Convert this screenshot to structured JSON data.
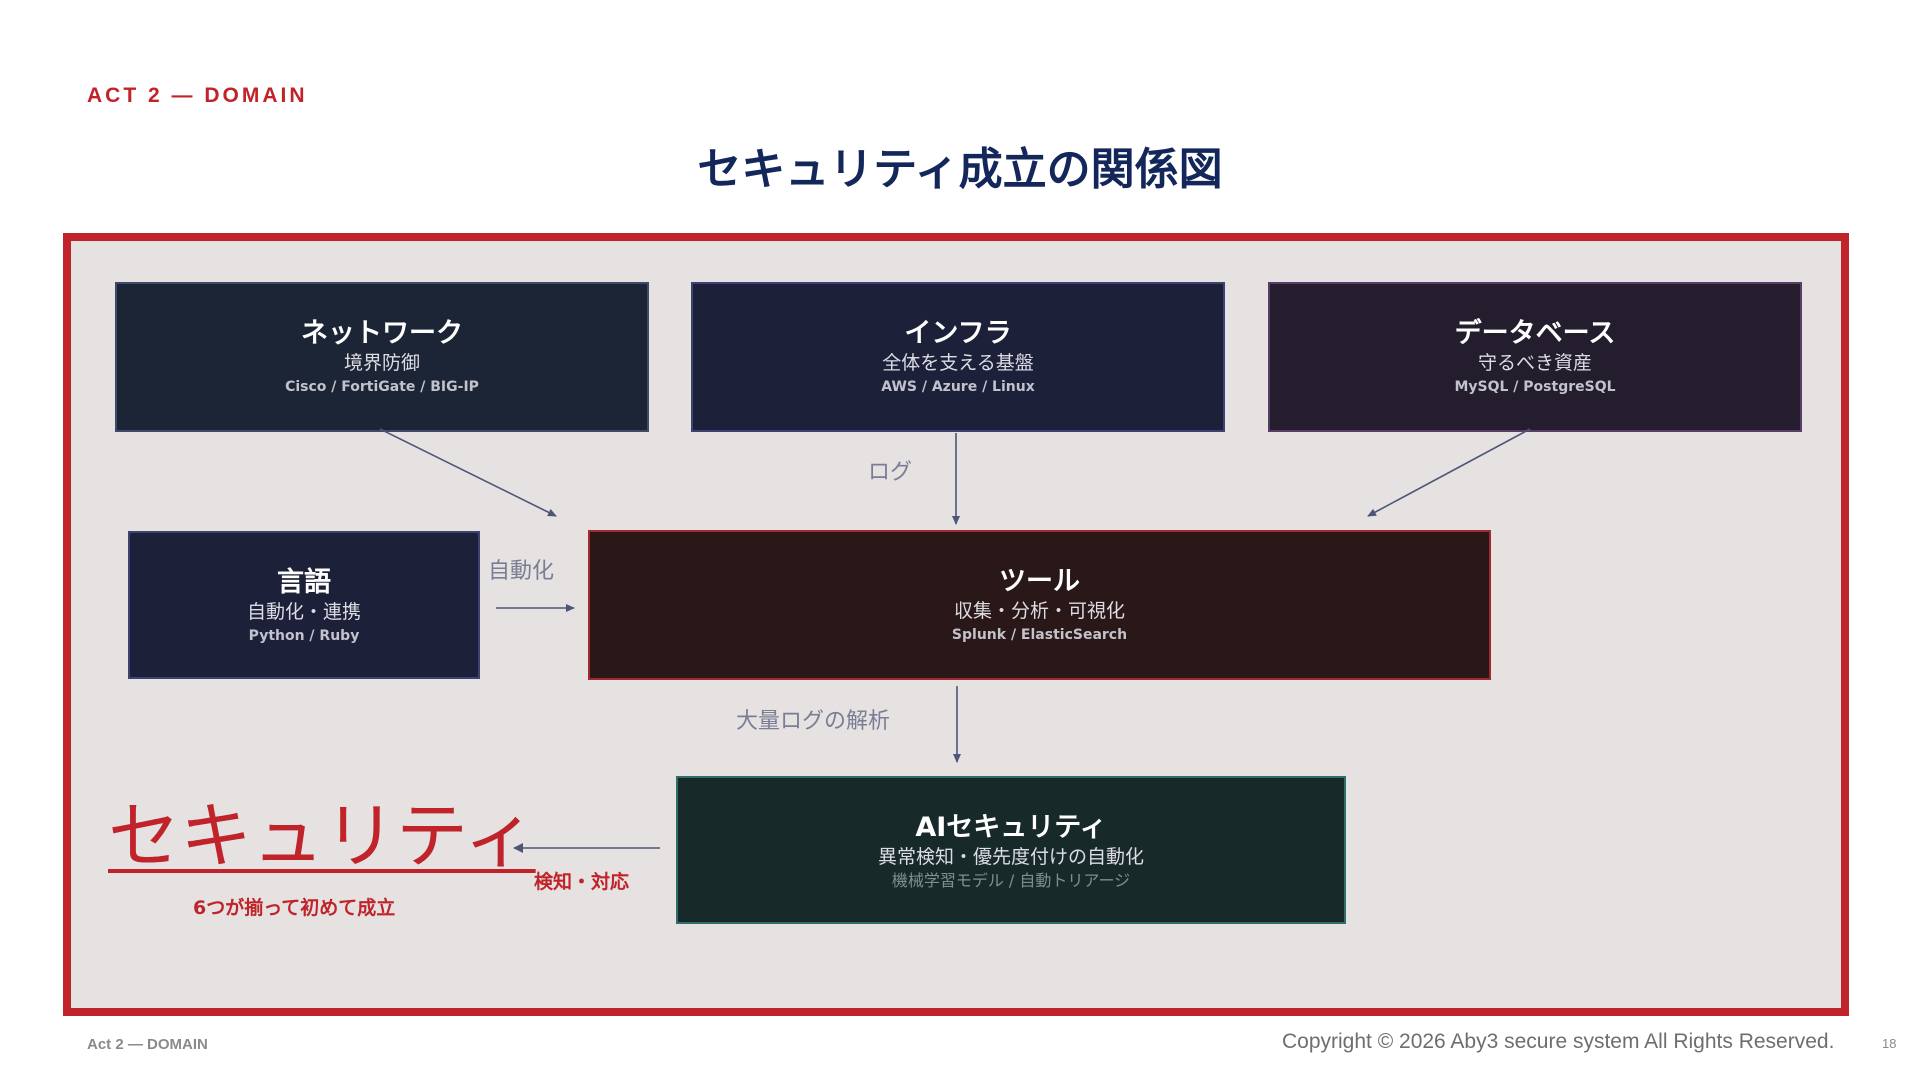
{
  "header": {
    "act_label": "ACT 2 — DOMAIN",
    "title": "セキュリティ成立の関係図"
  },
  "nodes": {
    "network": {
      "title": "ネットワーク",
      "subtitle": "境界防御",
      "detail": "Cisco / FortiGate / BIG-IP"
    },
    "infra": {
      "title": "インフラ",
      "subtitle": "全体を支える基盤",
      "detail": "AWS / Azure / Linux"
    },
    "database": {
      "title": "データベース",
      "subtitle": "守るべき資産",
      "detail": "MySQL / PostgreSQL"
    },
    "language": {
      "title": "言語",
      "subtitle": "自動化・連携",
      "detail": "Python / Ruby"
    },
    "tools": {
      "title": "ツール",
      "subtitle": "収集・分析・可視化",
      "detail": "Splunk / ElasticSearch"
    },
    "ai": {
      "title": "AIセキュリティ",
      "subtitle": "異常検知・優先度付けの自動化",
      "detail": "機械学習モデル / 自動トリアージ"
    }
  },
  "edge_labels": {
    "log": "ログ",
    "automation": "自動化",
    "mass_log": "大量ログの解析",
    "detect_respond": "検知・対応"
  },
  "security": {
    "word": "セキュリティ",
    "note": "6つが揃って初めて成立"
  },
  "colors": {
    "accent_red": "#c0242a",
    "title_navy": "#13275a",
    "network_bg": "#1c2536",
    "infra_bg": "#1d2039",
    "database_bg": "#241d2d",
    "language_bg": "#1d2039",
    "tools_bg": "#2a1718",
    "ai_bg": "#172a29"
  },
  "footer": {
    "left": "Act 2 — DOMAIN",
    "copyright": "Copyright © 2026 Aby3 secure system All Rights Reserved.",
    "page": "18"
  }
}
